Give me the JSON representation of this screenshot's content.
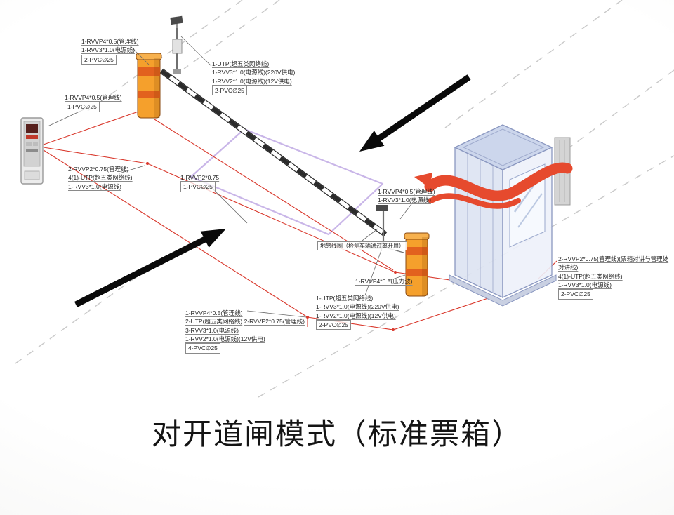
{
  "title": "对开道闸模式（标准票箱）",
  "colors": {
    "cable_red": "#d9382c",
    "post_orange": "#f5a02c",
    "booth_blue": "#8a97c0",
    "loop_purple": "#c9b6e8",
    "ribbon_red": "#e64a2e"
  },
  "blocks": {
    "gate1": {
      "lines": [
        "1-RVVP4*0.5(管理线)",
        "1-RVV3*1.0(电源线)",
        "2-PVC∅25"
      ]
    },
    "reader": {
      "lines": [
        "1-RVVP4*0.5(管理线)",
        "1-PVC∅25"
      ]
    },
    "cam1": {
      "lines": [
        "1-UTP(超五类网络线)",
        "1-RVV3*1.0(电源线)(220V供电)",
        "1-RVV2*1.0(电源线)(12V供电)",
        "2-PVC∅25"
      ]
    },
    "mgmt": {
      "lines": [
        "2-RVVP2*0.75(管理线)",
        "4(1)-UTP(超五类网络线)",
        "1-RVV3*1.0(电源线)"
      ]
    },
    "loop1": {
      "lines": [
        "1-RVVP2*0.75",
        "1-PVC∅25"
      ]
    },
    "gate2": {
      "lines": [
        "1-RVVP4*0.5(管理线)",
        "1-RVV3*1.0(电源线)"
      ]
    },
    "loopnote": {
      "lines": [
        "地感线圈（检测车辆通过离开用）"
      ]
    },
    "pressure": {
      "lines": [
        "1-RVVP4*0.5(压力波)"
      ]
    },
    "cam2": {
      "lines": [
        "1-UTP(超五类网络线)",
        "1-RVV3*1.0(电源线)(220V供电)",
        "1-RVV2*1.0(电源线)(12V供电)",
        "2-PVC∅25"
      ]
    },
    "trunk": {
      "lines": [
        "1-RVVP4*0.5(管理线)",
        "2-UTP(超五类网络线)",
        "2-RVVP2*0.75(管理线)",
        "3-RVV3*1.0(电源线)",
        "1-RVV2*1.0(电源线)(12V供电)",
        "4-PVC∅25"
      ]
    },
    "booth": {
      "lines": [
        "2-RVVP2*0.75(管理线)(票箱对讲与管理处对讲线)",
        "4(1)-UTP(超五类网络线)",
        "1-RVV3*1.0(电源线)",
        "2-PVC∅25"
      ]
    }
  }
}
